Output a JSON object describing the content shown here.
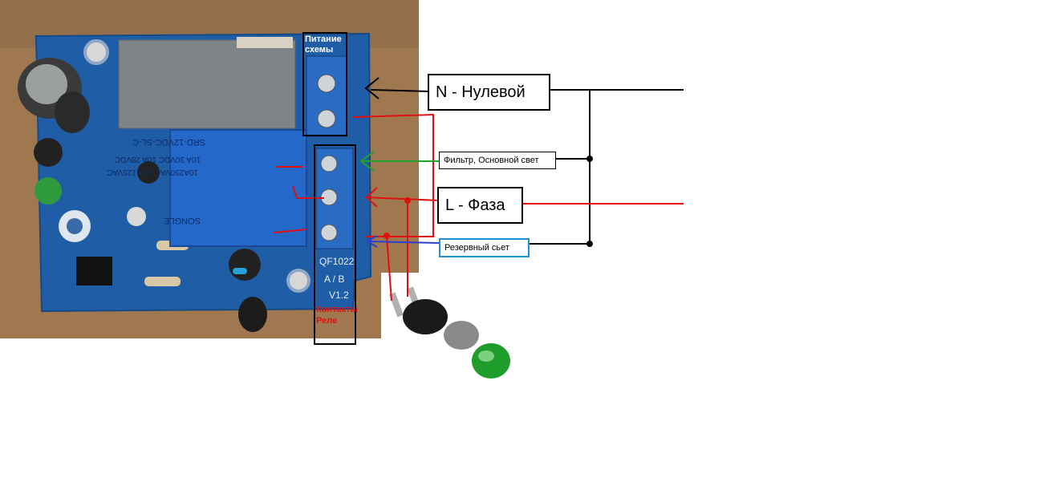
{
  "labels": {
    "power": "Питание схемы",
    "relay_contacts": "Контакты Реле",
    "neutral": "N - Нулевой",
    "phase": "L - Фаза",
    "filter": "Фильтр, Основной свет",
    "backup": "Резервный сьет"
  },
  "board_text": {
    "relay_model": "SRD-12VDC-SL-C",
    "relay_ratings_1": "10A 30VDC 10A 28VDC",
    "relay_ratings_2": "10A250VAC 10A 125VAC",
    "relay_brand": "SONGLE",
    "board_code": "QF1022",
    "board_ab": "A / B",
    "board_ver": "V1.2"
  },
  "colors": {
    "neutral_wire": "#000000",
    "phase_wire": "#e01010",
    "filter_wire": "#22a32a",
    "backup_wire": "#2a3fd0",
    "pcb": "#1d5aa0",
    "relay": "#2064c8",
    "button_cap": "#22a02a"
  }
}
